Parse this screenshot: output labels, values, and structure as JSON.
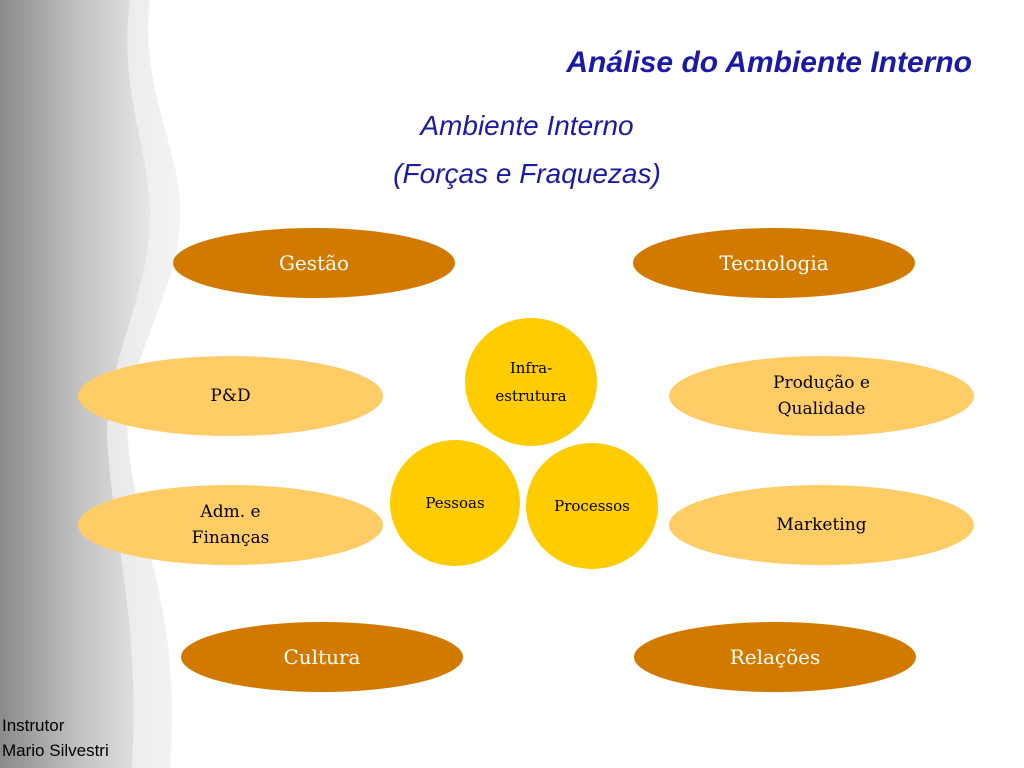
{
  "title": "Análise do Ambiente Interno",
  "subtitle": {
    "line1": "Ambiente Interno",
    "line2": "(Forças e Fraquezas)"
  },
  "outer_ovals": {
    "gestao": "Gestão",
    "tecnologia": "Tecnologia",
    "cultura": "Cultura",
    "relacoes": "Relações"
  },
  "side_ovals": {
    "pd": "P&D",
    "producao": [
      "Produção e",
      "Qualidade"
    ],
    "adm": [
      "Adm. e",
      "Finanças"
    ],
    "marketing": "Marketing"
  },
  "core_circles": {
    "infra": [
      "Infra-",
      "estrutura"
    ],
    "pessoas": "Pessoas",
    "processos": "Processos"
  },
  "footer": {
    "line1": "Instrutor",
    "line2": "Mario Silvestri"
  },
  "colors": {
    "title": "#1a1aa6",
    "dark_oval": "#d27a00",
    "light_oval": "#ffcc66",
    "circle": "#ffcc00"
  }
}
